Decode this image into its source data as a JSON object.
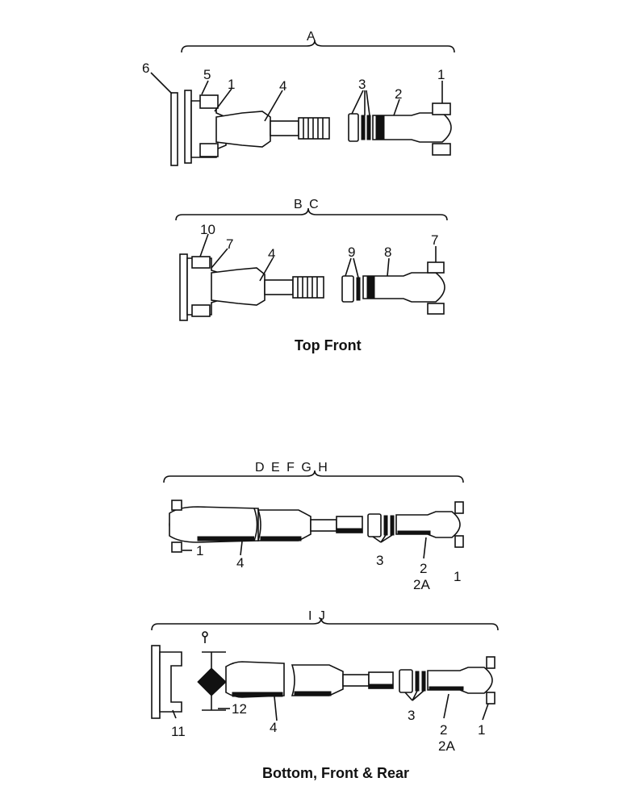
{
  "assemblies": [
    {
      "group_label": "A",
      "part_labels": [
        "6",
        "5",
        "1",
        "4",
        "3",
        "2",
        "1"
      ]
    },
    {
      "group_label": "B C",
      "part_labels": [
        "10",
        "7",
        "4",
        "9",
        "8",
        "7"
      ]
    },
    {
      "group_label": "D E F G H",
      "part_labels": [
        "1",
        "4",
        "3",
        "2",
        "2A",
        "1"
      ]
    },
    {
      "group_label": "I J",
      "part_labels": [
        "11",
        "12",
        "4",
        "3",
        "2",
        "2A",
        "1"
      ]
    }
  ],
  "captions": {
    "top": "Top Front",
    "bottom": "Bottom, Front & Rear"
  }
}
